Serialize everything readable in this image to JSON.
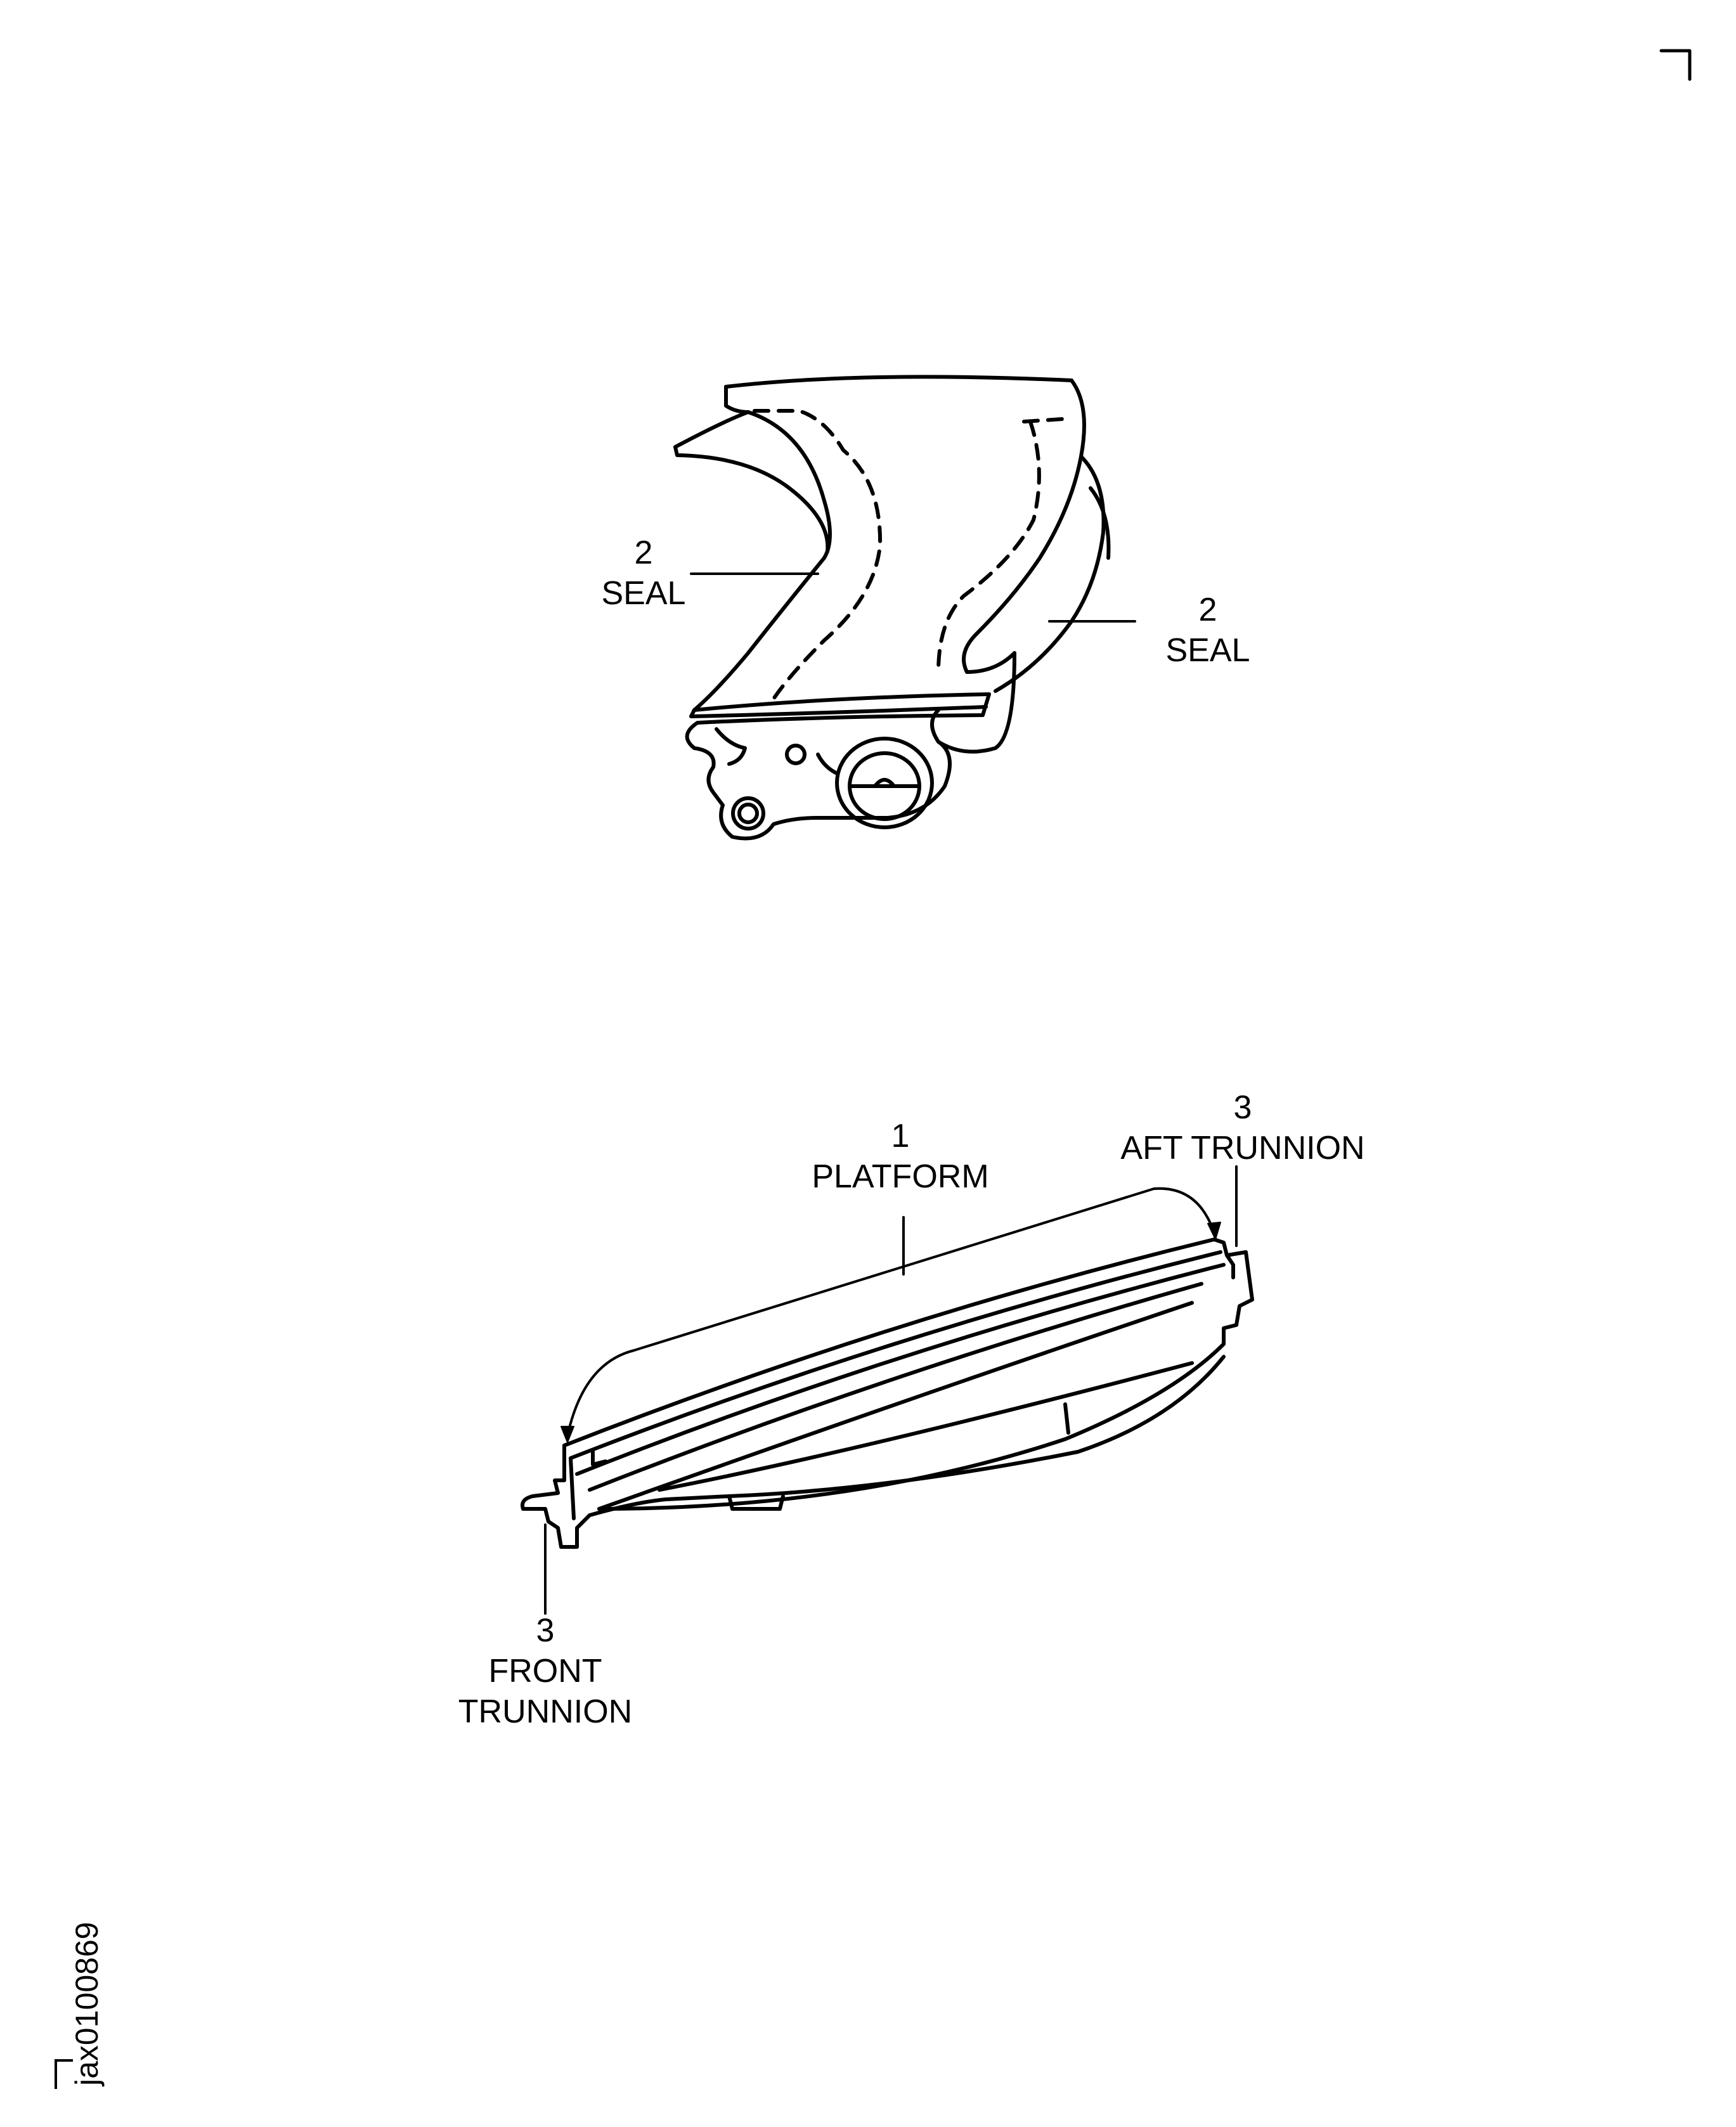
{
  "callouts": {
    "seal_left": {
      "number": "2",
      "label": "SEAL"
    },
    "seal_right": {
      "number": "2",
      "label": "SEAL"
    },
    "platform": {
      "number": "1",
      "label": "PLATFORM"
    },
    "aft_trunnion": {
      "number": "3",
      "label": "AFT TRUNNION"
    },
    "front_trunnion": {
      "number": "3",
      "label_line1": "FRONT",
      "label_line2": "TRUNNION"
    }
  },
  "figure_id": "jax0100869",
  "colors": {
    "ink": "#000000",
    "paper": "#ffffff"
  }
}
